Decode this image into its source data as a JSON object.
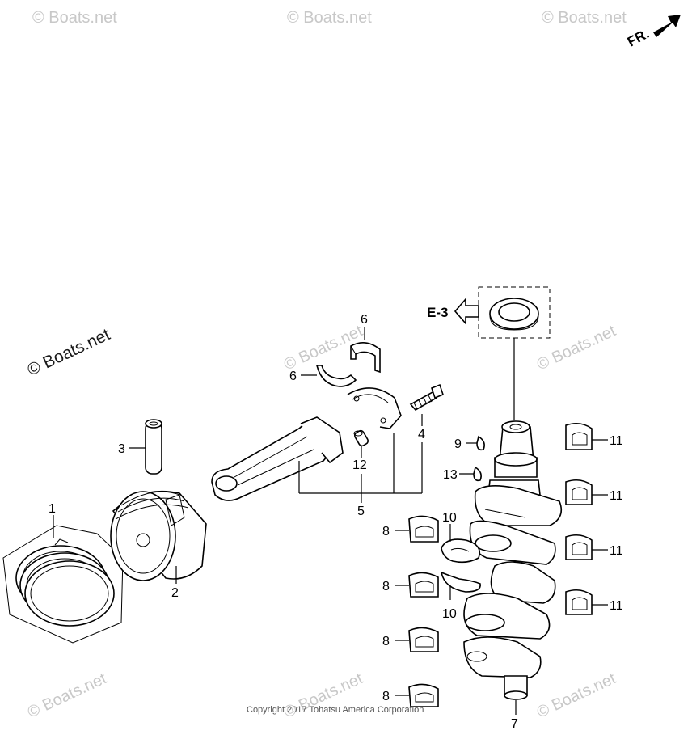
{
  "watermark": {
    "text": "© Boats.net"
  },
  "copyright": "Copyright 2017 Tohatsu America Corporation",
  "direction_indicator": "FR.",
  "reference": "E-3",
  "callouts": {
    "c1": "1",
    "c2": "2",
    "c3": "3",
    "c4": "4",
    "c5": "5",
    "c6a": "6",
    "c6b": "6",
    "c7": "7",
    "c8a": "8",
    "c8b": "8",
    "c8c": "8",
    "c8d": "8",
    "c9": "9",
    "c10a": "10",
    "c10b": "10",
    "c11a": "11",
    "c11b": "11",
    "c11c": "11",
    "c11d": "11",
    "c12": "12",
    "c13": "13"
  }
}
